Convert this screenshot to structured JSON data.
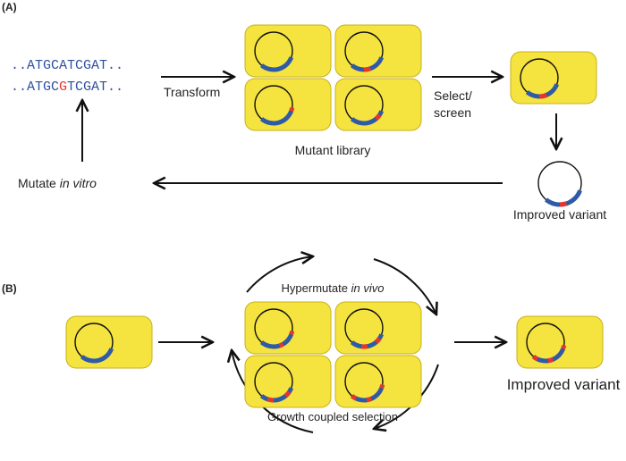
{
  "panel_a": {
    "tag": "(A)",
    "seq_line1": "..ATGCATCGAT..",
    "seq_line2_pre": "..ATGC",
    "seq_line2_mut": "G",
    "seq_line2_post": "TCGAT..",
    "transform_label": "Transform",
    "library_label": "Mutant library",
    "select_label_1": "Select/",
    "select_label_2": "screen",
    "improved_label": "Improved variant",
    "mutate_label": "Mutate ",
    "mutate_italic": "in vitro"
  },
  "panel_b": {
    "tag": "(B)",
    "hyper_label": "Hypermutate ",
    "hyper_italic": "in vivo",
    "growth_label": "Growth coupled selection",
    "improved_label": "Improved variant"
  },
  "colors": {
    "cell_fill": "#f5e33f",
    "gene": "#2e5aa8",
    "mutation": "#e8352b",
    "text": "#231f20",
    "sequence": "#2e4f9e"
  }
}
